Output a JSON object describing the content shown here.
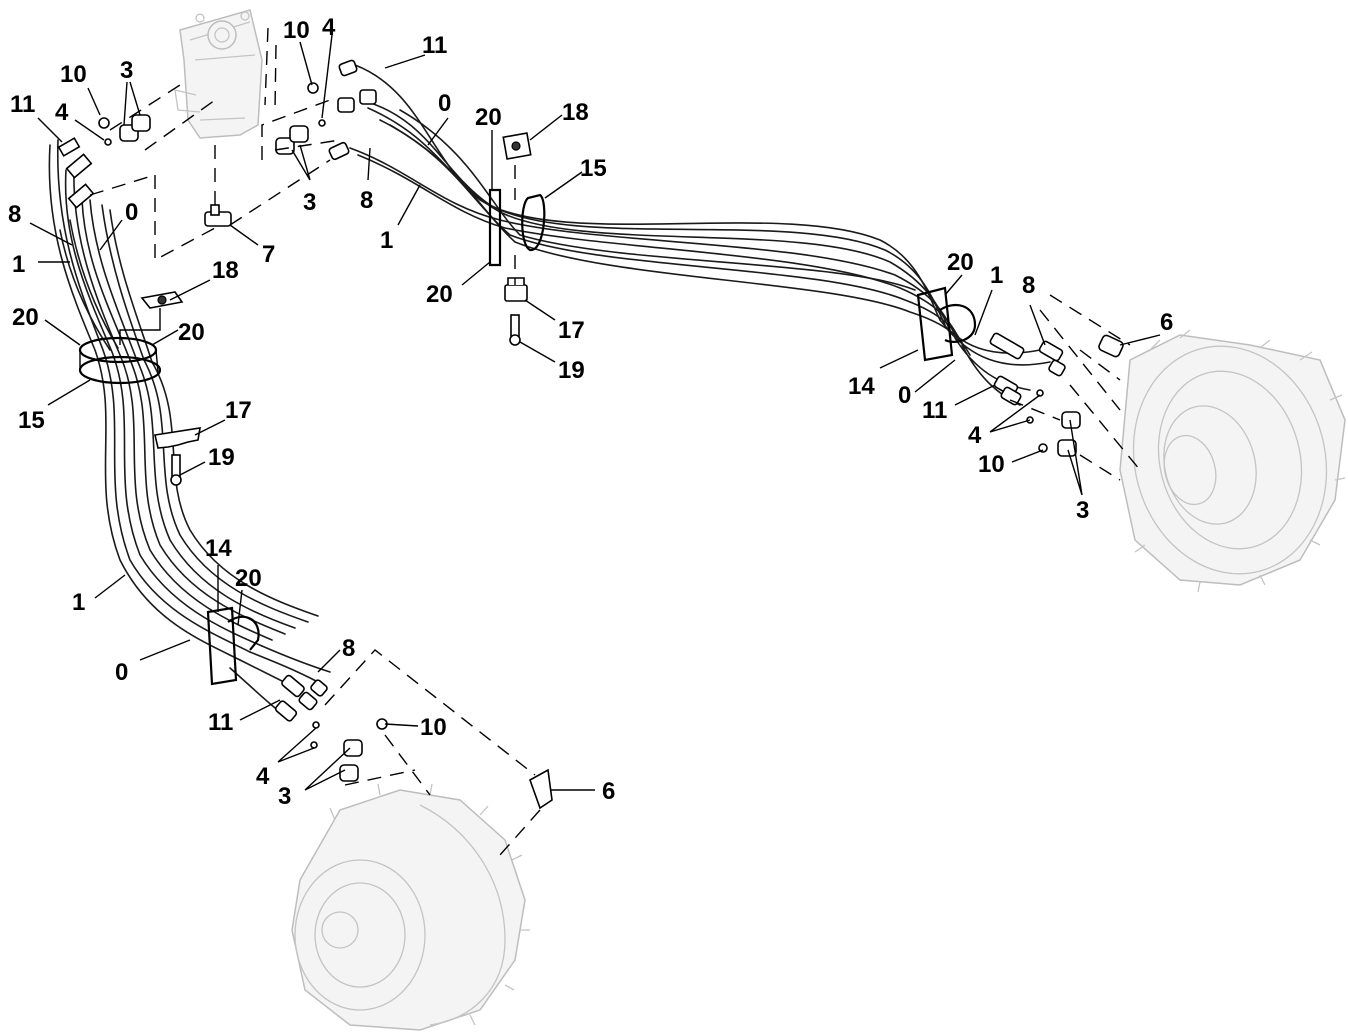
{
  "callouts": [
    {
      "id": "c1",
      "text": "11"
    },
    {
      "id": "c2",
      "text": "10"
    },
    {
      "id": "c3",
      "text": "3"
    },
    {
      "id": "c4",
      "text": "4"
    },
    {
      "id": "c5",
      "text": "8"
    },
    {
      "id": "c6",
      "text": "0"
    },
    {
      "id": "c7",
      "text": "1"
    },
    {
      "id": "c8",
      "text": "18"
    },
    {
      "id": "c9",
      "text": "20"
    },
    {
      "id": "c10",
      "text": "20"
    },
    {
      "id": "c11",
      "text": "15"
    },
    {
      "id": "c12",
      "text": "17"
    },
    {
      "id": "c13",
      "text": "19"
    },
    {
      "id": "c14",
      "text": "10"
    },
    {
      "id": "c15",
      "text": "4"
    },
    {
      "id": "c16",
      "text": "11"
    },
    {
      "id": "c17",
      "text": "3"
    },
    {
      "id": "c18",
      "text": "7"
    },
    {
      "id": "c19",
      "text": "8"
    },
    {
      "id": "c20",
      "text": "1"
    },
    {
      "id": "c21",
      "text": "0"
    },
    {
      "id": "c22",
      "text": "20"
    },
    {
      "id": "c23",
      "text": "18"
    },
    {
      "id": "c24",
      "text": "15"
    },
    {
      "id": "c25",
      "text": "20"
    },
    {
      "id": "c26",
      "text": "17"
    },
    {
      "id": "c27",
      "text": "19"
    },
    {
      "id": "c28",
      "text": "20"
    },
    {
      "id": "c29",
      "text": "1"
    },
    {
      "id": "c30",
      "text": "8"
    },
    {
      "id": "c31",
      "text": "6"
    },
    {
      "id": "c32",
      "text": "14"
    },
    {
      "id": "c33",
      "text": "0"
    },
    {
      "id": "c34",
      "text": "11"
    },
    {
      "id": "c35",
      "text": "4"
    },
    {
      "id": "c36",
      "text": "10"
    },
    {
      "id": "c37",
      "text": "3"
    },
    {
      "id": "c38",
      "text": "14"
    },
    {
      "id": "c39",
      "text": "20"
    },
    {
      "id": "c40",
      "text": "1"
    },
    {
      "id": "c41",
      "text": "8"
    },
    {
      "id": "c42",
      "text": "0"
    },
    {
      "id": "c43",
      "text": "11"
    },
    {
      "id": "c44",
      "text": "10"
    },
    {
      "id": "c45",
      "text": "4"
    },
    {
      "id": "c46",
      "text": "3"
    },
    {
      "id": "c47",
      "text": "6"
    }
  ],
  "colors": {
    "ink": "#000000",
    "ghost_outline": "#bdbdbd",
    "background": "#ffffff"
  }
}
